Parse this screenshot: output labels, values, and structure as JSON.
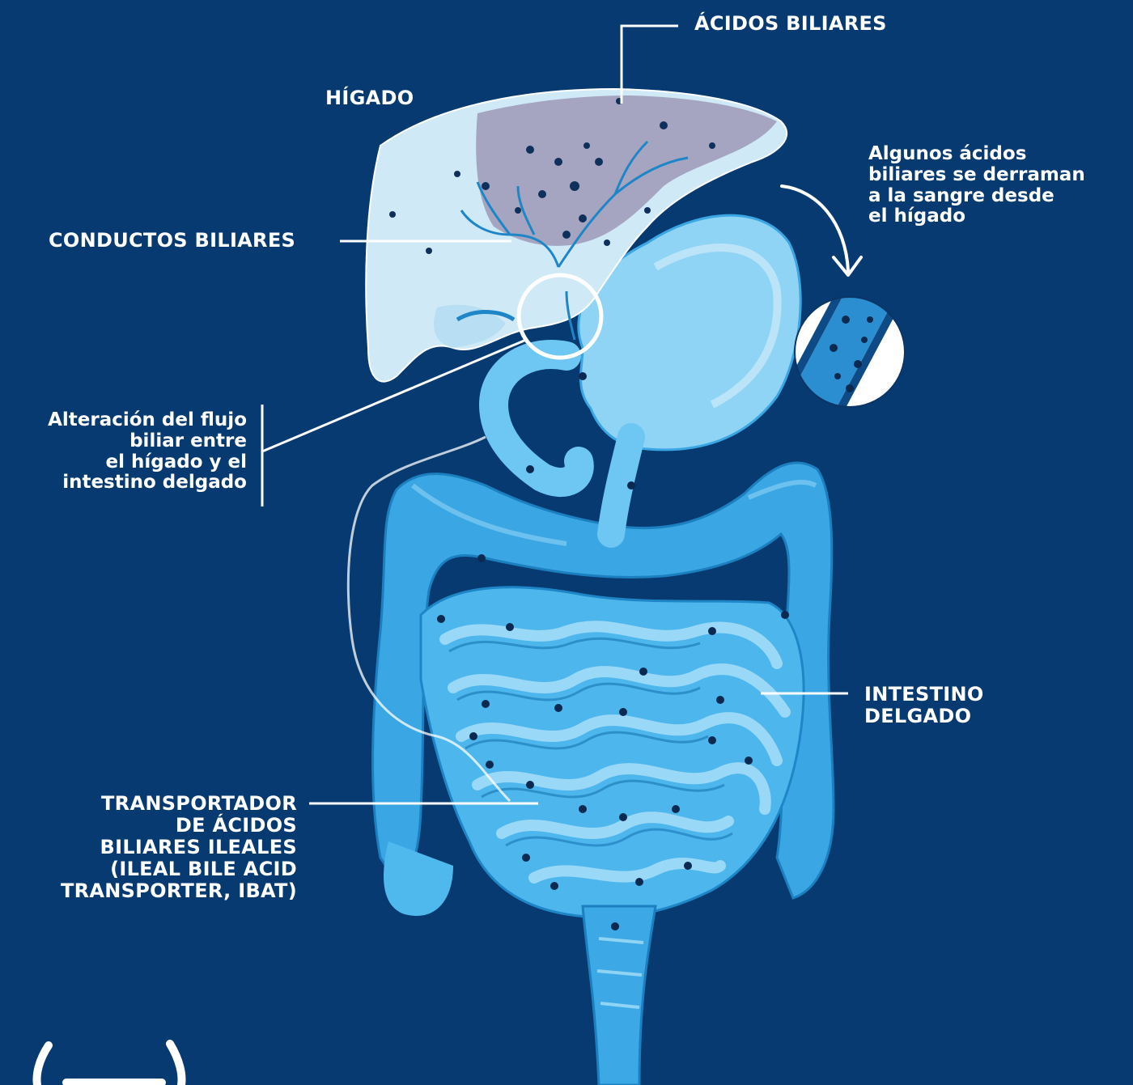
{
  "colors": {
    "background": "#063a70",
    "liver_pale": "#c9e7f5",
    "liver_shade": "#9a95b4",
    "intestine": "#45b3ec",
    "intestine_light": "#8fd3f5",
    "intestine_dark": "#1e86c7",
    "dot": "#0b2a52",
    "line": "#ffffff"
  },
  "icons": [
    "liver",
    "stomach",
    "small-intestine",
    "large-intestine",
    "blood-vessel-magnifier",
    "arrow-down"
  ],
  "labels": {
    "acidos_biliares": "ÁCIDOS BILIARES",
    "higado": "HÍGADO",
    "conductos_biliares": "CONDUCTOS BILIARES",
    "sangre": {
      "line1": "Algunos ácidos",
      "line2": "biliares se derraman",
      "line3": "a la sangre desde",
      "line4": "el hígado"
    },
    "flujo": {
      "line1": "Alteración del flujo",
      "line2": "biliar entre",
      "line3": "el hígado y el",
      "line4": "intestino delgado"
    },
    "intestino": {
      "line1": "INTESTINO",
      "line2": "DELGADO"
    },
    "ibat": {
      "line1": "TRANSPORTADOR",
      "line2": "DE ÁCIDOS",
      "line3": "BILIARES ILEALES",
      "line4": "(ILEAL BILE ACID",
      "line5": "TRANSPORTER, IBAT)"
    }
  }
}
